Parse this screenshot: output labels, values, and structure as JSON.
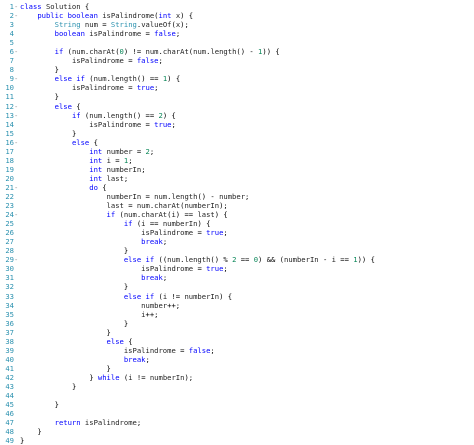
{
  "editor": {
    "language": "Java",
    "fold_markers": [
      "-",
      "-",
      "-",
      "-",
      "-",
      "-",
      "-",
      "-",
      "-",
      "-"
    ],
    "lines": [
      "class Solution {",
      "    public boolean isPalindrome(int x) {",
      "        String num = String.valueOf(x);",
      "        boolean isPalindrome = false;",
      "",
      "        if (num.charAt(0) != num.charAt(num.length() - 1)) {",
      "            isPalindrome = false;",
      "        }",
      "        else if (num.length() == 1) {",
      "            isPalindrome = true;",
      "        }",
      "        else {",
      "            if (num.length() == 2) {",
      "                isPalindrome = true;",
      "            }",
      "            else {",
      "                int number = 2;",
      "                int i = 1;",
      "                int numberIn;",
      "                int last;",
      "                do {",
      "                    numberIn = num.length() - number;",
      "                    last = num.charAt(numberIn);",
      "                    if (num.charAt(i) == last) {",
      "                        if (i == numberIn) {",
      "                            isPalindrome = true;",
      "                            break;",
      "                        }",
      "                        else if ((num.length() % 2 == 0) && (numberIn - i == 1)) {",
      "                            isPalindrome = true;",
      "                            break;",
      "                        }",
      "                        else if (i != numberIn) {",
      "                            number++;",
      "                            i++;",
      "                        }",
      "                    }",
      "                    else {",
      "                        isPalindrome = false;",
      "                        break;",
      "                    }",
      "                } while (i != numberIn);",
      "            }",
      "",
      "        }",
      "",
      "        return isPalindrome;",
      "    }",
      "}"
    ],
    "line_numbers": [
      "1",
      "2",
      "3",
      "4",
      "5",
      "6",
      "7",
      "8",
      "9",
      "10",
      "11",
      "12",
      "13",
      "14",
      "15",
      "16",
      "17",
      "18",
      "19",
      "20",
      "21",
      "22",
      "23",
      "24",
      "25",
      "26",
      "27",
      "28",
      "29",
      "30",
      "31",
      "32",
      "33",
      "34",
      "35",
      "36",
      "37",
      "38",
      "39",
      "40",
      "41",
      "42",
      "43",
      "44",
      "45",
      "46",
      "47",
      "48",
      "49"
    ],
    "fold_lines": [
      1,
      2,
      6,
      9,
      12,
      13,
      16,
      21,
      24,
      29
    ],
    "colors": {
      "background": "#ffffff",
      "line_number": "#2b91af",
      "keyword": "#0000ff",
      "type": "#2b91af",
      "number": "#098658",
      "text": "#1f1f1f"
    }
  }
}
